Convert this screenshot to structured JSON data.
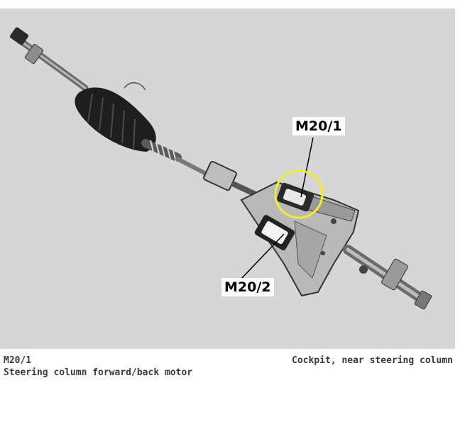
{
  "diagram": {
    "callouts": {
      "m20_1": "M20/1",
      "m20_2": "M20/2"
    },
    "highlight_color": "#f2ee2a"
  },
  "caption": {
    "component_code": "M20/1",
    "component_description": "Steering column forward/back motor",
    "location": "Cockpit, near steering column"
  }
}
